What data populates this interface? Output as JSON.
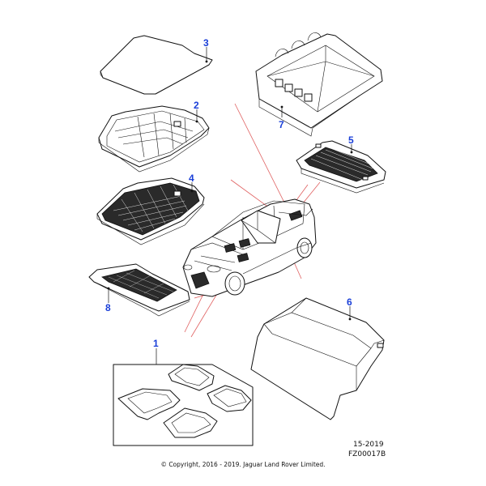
{
  "callouts": {
    "c1": "1",
    "c2": "2",
    "c3": "3",
    "c4": "4",
    "c5": "5",
    "c6": "6",
    "c7": "7",
    "c8": "8"
  },
  "reference": {
    "date_code": "15-2019",
    "figure_id": "FZ00017B"
  },
  "copyright": "© Copyright, 2016 - 2019. Jaguar Land Rover Limited.",
  "colors": {
    "callout": "#1a3fd8",
    "guide_line": "#e06060",
    "line_art": "#111111"
  }
}
